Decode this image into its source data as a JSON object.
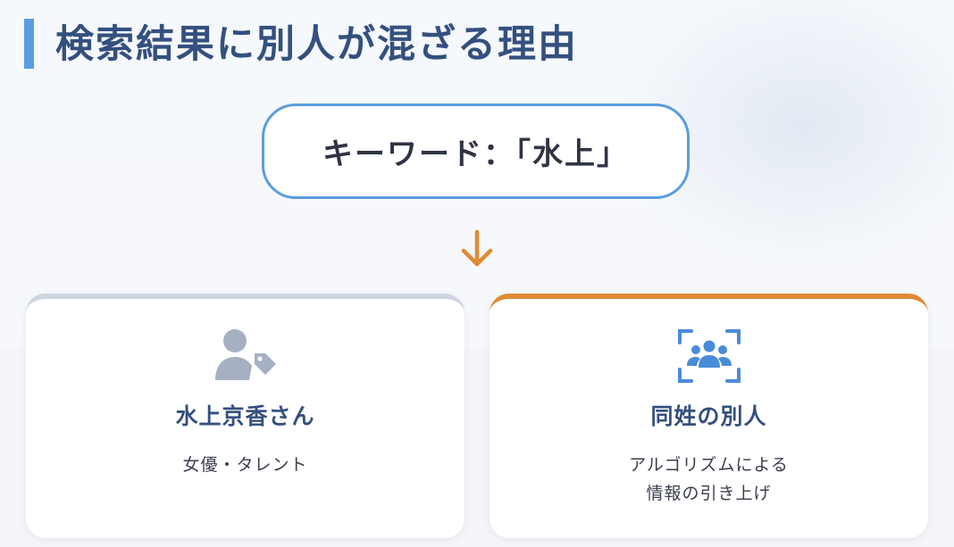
{
  "title": "検索結果に別人が混ざる理由",
  "keyword": {
    "text": "キーワード：「水上」"
  },
  "cards": [
    {
      "icon": "person-tag-icon",
      "title": "水上京香さん",
      "subtitle_lines": [
        "女優・タレント"
      ],
      "accent": "#cdd5e1"
    },
    {
      "icon": "group-scan-icon",
      "title": "同姓の別人",
      "subtitle_lines": [
        "アルゴリズムによる",
        "情報の引き上げ"
      ],
      "accent": "#e08a35"
    }
  ],
  "colors": {
    "title": "#34507f",
    "keyword_border": "#5b9ce0",
    "arrow": "#e08a35",
    "icon_gray": "#a6b0c2",
    "icon_blue": "#4a8bd8"
  }
}
